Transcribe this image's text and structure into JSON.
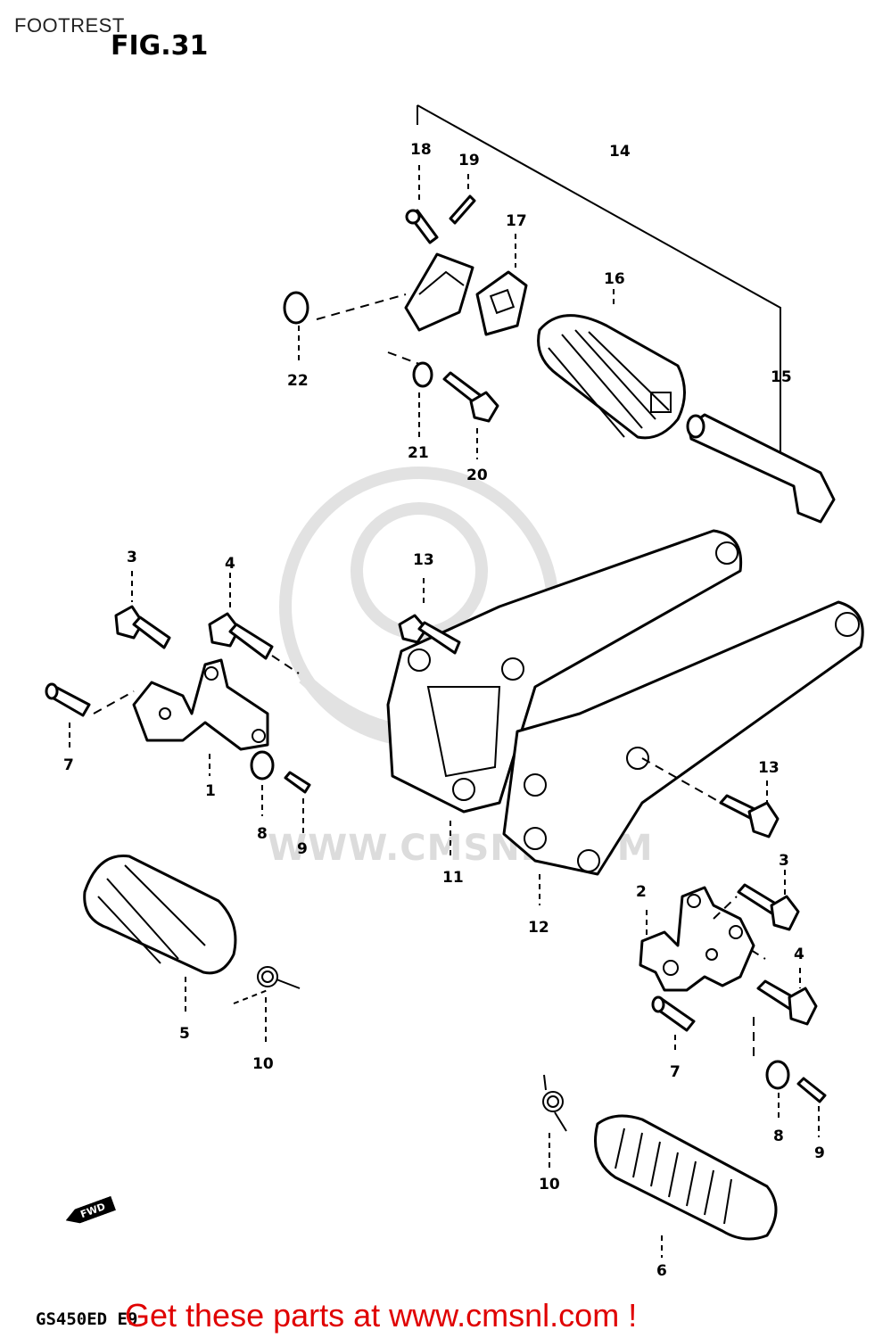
{
  "header": {
    "page_title": "FOOTREST",
    "figure_label": "FIG.31"
  },
  "watermark": {
    "text": "WWW.CMSNL.COM"
  },
  "callouts": {
    "c1": "1",
    "c2": "2",
    "c3a": "3",
    "c3b": "3",
    "c4a": "4",
    "c4b": "4",
    "c5": "5",
    "c6": "6",
    "c7a": "7",
    "c7b": "7",
    "c8a": "8",
    "c8b": "8",
    "c9a": "9",
    "c9b": "9",
    "c10a": "10",
    "c10b": "10",
    "c11": "11",
    "c12": "12",
    "c13a": "13",
    "c13b": "13",
    "c14": "14",
    "c15": "15",
    "c16": "16",
    "c17": "17",
    "c18": "18",
    "c19": "19",
    "c20": "20",
    "c21": "21",
    "c22": "22"
  },
  "fwd_label": "FWD",
  "footer": {
    "model_code": "GS450ED E9",
    "cta": "Get these parts at www.cmsnl.com !"
  },
  "colors": {
    "cta": "#e00000",
    "watermark": "#e2e2e2"
  }
}
